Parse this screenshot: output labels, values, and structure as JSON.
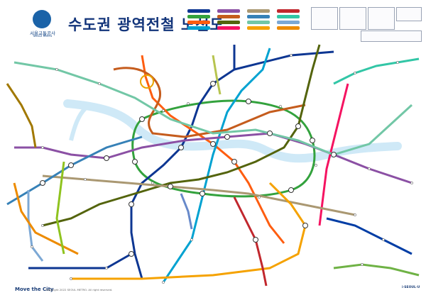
{
  "brand": {
    "org_name": "서울교통공사",
    "org_name_en": "Seoul Metro",
    "logo_icon": "seoul-metro-logo-icon",
    "logo_color": "#1b63a8"
  },
  "title": "수도권 광역전철 노선도",
  "footer": {
    "slogan": "Move the City",
    "copyright": "Copyright 2022 SEOUL METRO. All right reserved.",
    "right_mark": "i·SEOUL·U"
  },
  "line_colors": {
    "line1": "#0d3692",
    "line2": "#33a23d",
    "line3": "#fe5d10",
    "line4": "#00a2d1",
    "line5": "#8b50a4",
    "line6": "#c55c1d",
    "line7": "#54640d",
    "line8": "#f51361",
    "line9": "#aa9872",
    "airport": "#3681b7",
    "gyeongui": "#72c7a6",
    "suin": "#f5a200",
    "shinbundang": "#c1272d",
    "gyeongchun": "#32c6a6",
    "incheon1": "#7ca8d5",
    "incheon2": "#ed8b00",
    "everline": "#6fb245",
    "uijeongbu": "#fda600",
    "gimpo": "#a17800",
    "ui_sinseol": "#b7c450",
    "seohae": "#8fc31f",
    "gyeonggang": "#003da5",
    "sillim": "#6789ca"
  }
}
